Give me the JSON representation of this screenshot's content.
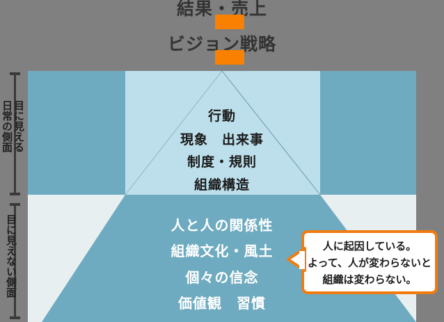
{
  "diagram": {
    "title_top": "結果・売上",
    "title_sub": "ビジョン戦略",
    "accent_color": "#f98000",
    "callout_border_color": "#f07c11",
    "iceberg_above_color": "#bcdfeb",
    "iceberg_below_color": "#6fabc0",
    "water_color": "#e8eff1",
    "background_color": "#808080"
  },
  "axis": {
    "visible_label_1": "目に見える",
    "visible_label_2": "日常の側面",
    "hidden_label": "目に見えない側面"
  },
  "above_water": {
    "lines": [
      "行動",
      "現象　出来事",
      "制度・規則",
      "組織構造"
    ]
  },
  "below_water": {
    "lines": [
      "人と人の関係性",
      "組織文化・風土",
      "個々の信念",
      "価値観　習慣"
    ]
  },
  "callout": {
    "lines": [
      "人に起因している。",
      "よって、人が変わらないと",
      "組織は変わらない。"
    ]
  }
}
